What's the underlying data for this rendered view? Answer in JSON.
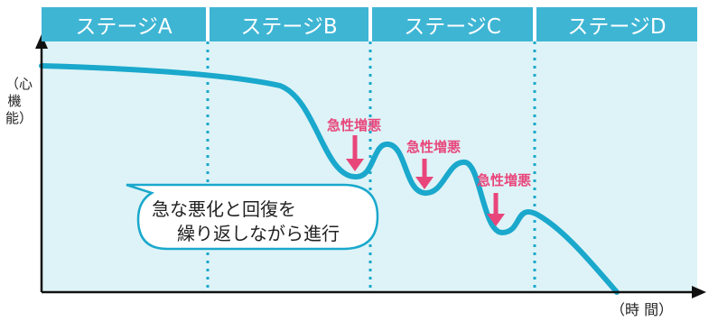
{
  "stages": [
    "ステージA",
    "ステージB",
    "ステージC",
    "ステージD"
  ],
  "y_axis_label": "（心機能）",
  "x_axis_label": "（時 間）",
  "events": [
    "急性増悪",
    "急性増悪",
    "急性増悪"
  ],
  "callout": {
    "line1": "急な悪化と回復を",
    "line2": "繰り返しながら進行"
  },
  "colors": {
    "header": "#3fb5d4",
    "panel": "#def3f7",
    "curve": "#1aa8cc",
    "event": "#e8467b",
    "axis": "#111111"
  }
}
